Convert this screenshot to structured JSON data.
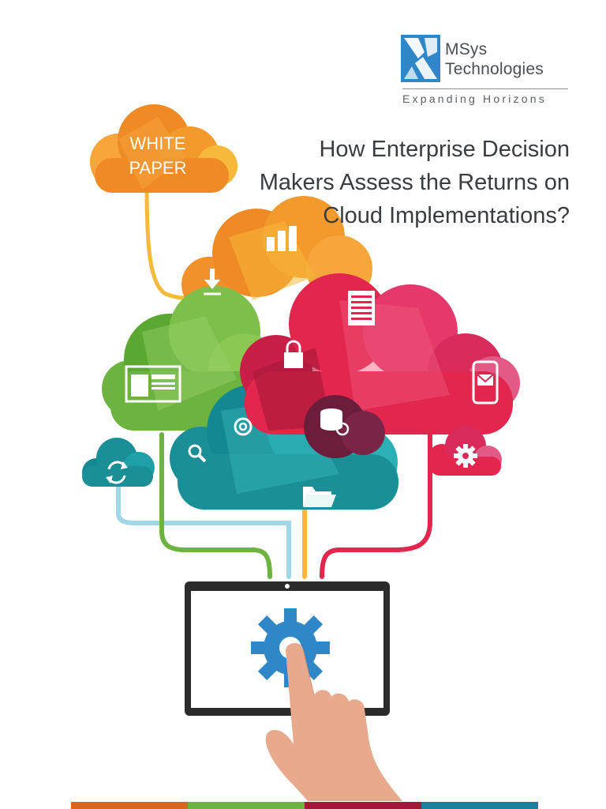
{
  "logo": {
    "name_line1": "MSys",
    "name_line2": "Technologies",
    "tagline": "Expanding Horizons"
  },
  "badge": {
    "line1": "WHITE",
    "line2": "PAPER"
  },
  "title": {
    "line1": "How Enterprise Decision",
    "line2": "Makers Assess the Returns on",
    "line3": "Cloud Implementations?"
  },
  "colors": {
    "orange": "#f08a24",
    "yellow": "#f6b93b",
    "green": "#6cb33f",
    "teal": "#1a8f98",
    "red": "#e2264d",
    "maroon": "#a3173b",
    "blue": "#2f87c8",
    "dark": "#2b2b2b",
    "skin": "#e8a98c"
  },
  "icons": [
    "download-icon",
    "bar-chart-icon",
    "document-icon",
    "lock-icon",
    "browser-window-icon",
    "mobile-mail-icon",
    "at-sign-icon",
    "database-sync-icon",
    "search-icon",
    "refresh-icon",
    "folder-icon",
    "gear-icon",
    "settings-gear-icon",
    "hand-pointer-icon"
  ]
}
